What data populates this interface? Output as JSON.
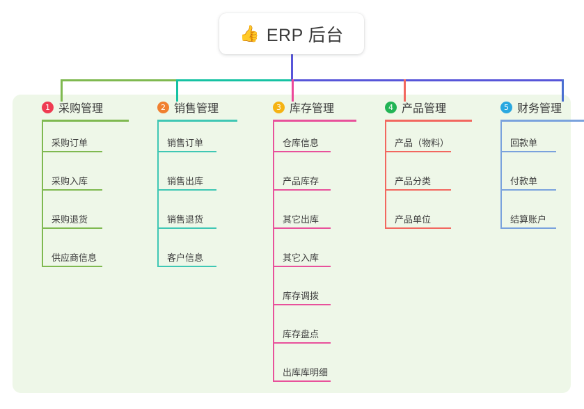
{
  "root": {
    "icon": "thumbs-up-icon",
    "icon_glyph": "👍",
    "label": "ERP 后台"
  },
  "theme": {
    "panel_bg": "#eef7e8",
    "trunk_color": "#5755d9",
    "bar_green": "#7fb950",
    "bar_teal": "#16c2a3",
    "bar_purple": "#5755d9"
  },
  "columns": [
    {
      "index": "1",
      "title": "采购管理",
      "badge_color": "#ef3b52",
      "line_color": "#7fb950",
      "items": [
        "采购订单",
        "采购入库",
        "采购退货",
        "供应商信息"
      ]
    },
    {
      "index": "2",
      "title": "销售管理",
      "badge_color": "#f08030",
      "line_color": "#3fc7b4",
      "items": [
        "销售订单",
        "销售出库",
        "销售退货",
        "客户信息"
      ]
    },
    {
      "index": "3",
      "title": "库存管理",
      "badge_color": "#f5b313",
      "line_color": "#e8519b",
      "items": [
        "仓库信息",
        "产品库存",
        "其它出库",
        "其它入库",
        "库存调拨",
        "库存盘点",
        "出库库明细"
      ]
    },
    {
      "index": "4",
      "title": "产品管理",
      "badge_color": "#22b455",
      "line_color": "#f2675f",
      "items": [
        "产品（物料）",
        "产品分类",
        "产品单位"
      ]
    },
    {
      "index": "5",
      "title": "财务管理",
      "badge_color": "#29a8e0",
      "line_color": "#7aa2dd",
      "items": [
        "回款单",
        "付款单",
        "结算账户"
      ]
    }
  ]
}
